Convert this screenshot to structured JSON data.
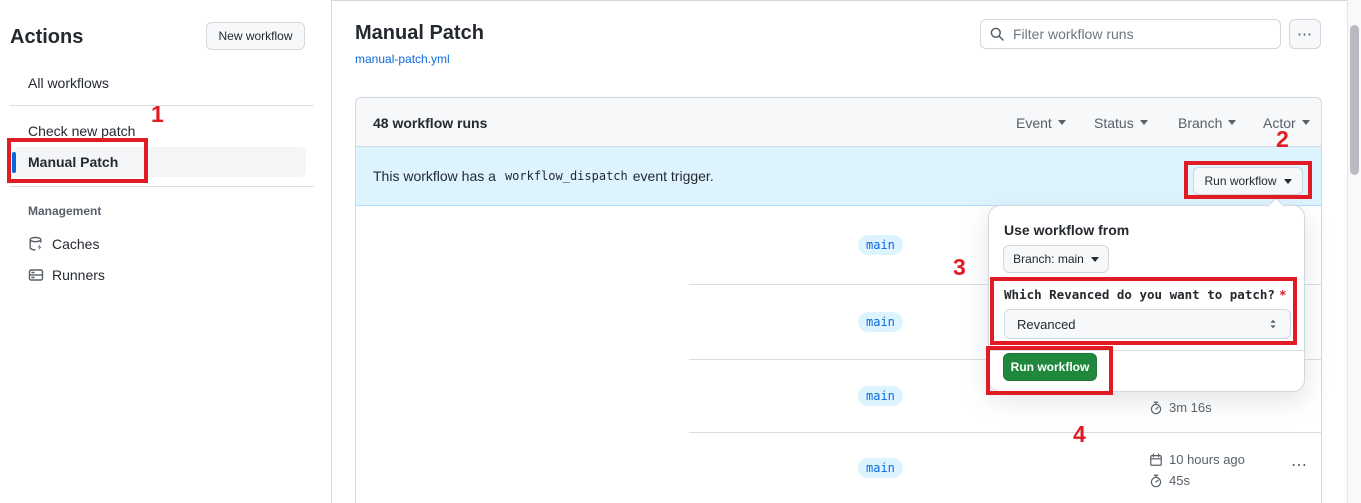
{
  "sidebar": {
    "title": "Actions",
    "new_workflow_button": "New workflow",
    "items": [
      {
        "label": "All workflows"
      },
      {
        "label": "Check new patch"
      },
      {
        "label": "Manual Patch"
      }
    ],
    "management": {
      "label": "Management",
      "items": [
        {
          "label": "Caches",
          "icon": "cache-database-icon"
        },
        {
          "label": "Runners",
          "icon": "server-icon"
        }
      ]
    }
  },
  "header": {
    "title": "Manual Patch",
    "workflow_file_link": "manual-patch.yml",
    "filter_placeholder": "Filter workflow runs",
    "more_menu": "⋯"
  },
  "runs_table": {
    "count_label": "48 workflow runs",
    "filters": [
      {
        "label": "Event"
      },
      {
        "label": "Status"
      },
      {
        "label": "Branch"
      },
      {
        "label": "Actor"
      }
    ],
    "banner": {
      "text_before": "This workflow has a",
      "code": "workflow_dispatch",
      "text_after": "event trigger.",
      "run_workflow_button": "Run workflow"
    },
    "rows": [
      {
        "branch": "main"
      },
      {
        "branch": "main"
      },
      {
        "branch": "main",
        "duration": "3m 16s"
      },
      {
        "branch": "main",
        "started": "10 hours ago",
        "duration": "45s",
        "menu": "⋯"
      }
    ]
  },
  "run_dialog": {
    "heading": "Use workflow from",
    "branch_selector": "Branch: main",
    "input_label": "Which Revanced do you want to patch?",
    "required_marker": "*",
    "input_value": "Revanced",
    "submit_label": "Run workflow"
  },
  "annotations": {
    "steps": [
      "1",
      "2",
      "3",
      "4"
    ]
  },
  "colors": {
    "accent_blue": "#0969da",
    "banner_bg": "#ddf4ff",
    "annotation_red": "#e01b24",
    "primary_green": "#1f883d",
    "border": "#d0d7de",
    "tab_indicator_orange": "#f78166"
  }
}
